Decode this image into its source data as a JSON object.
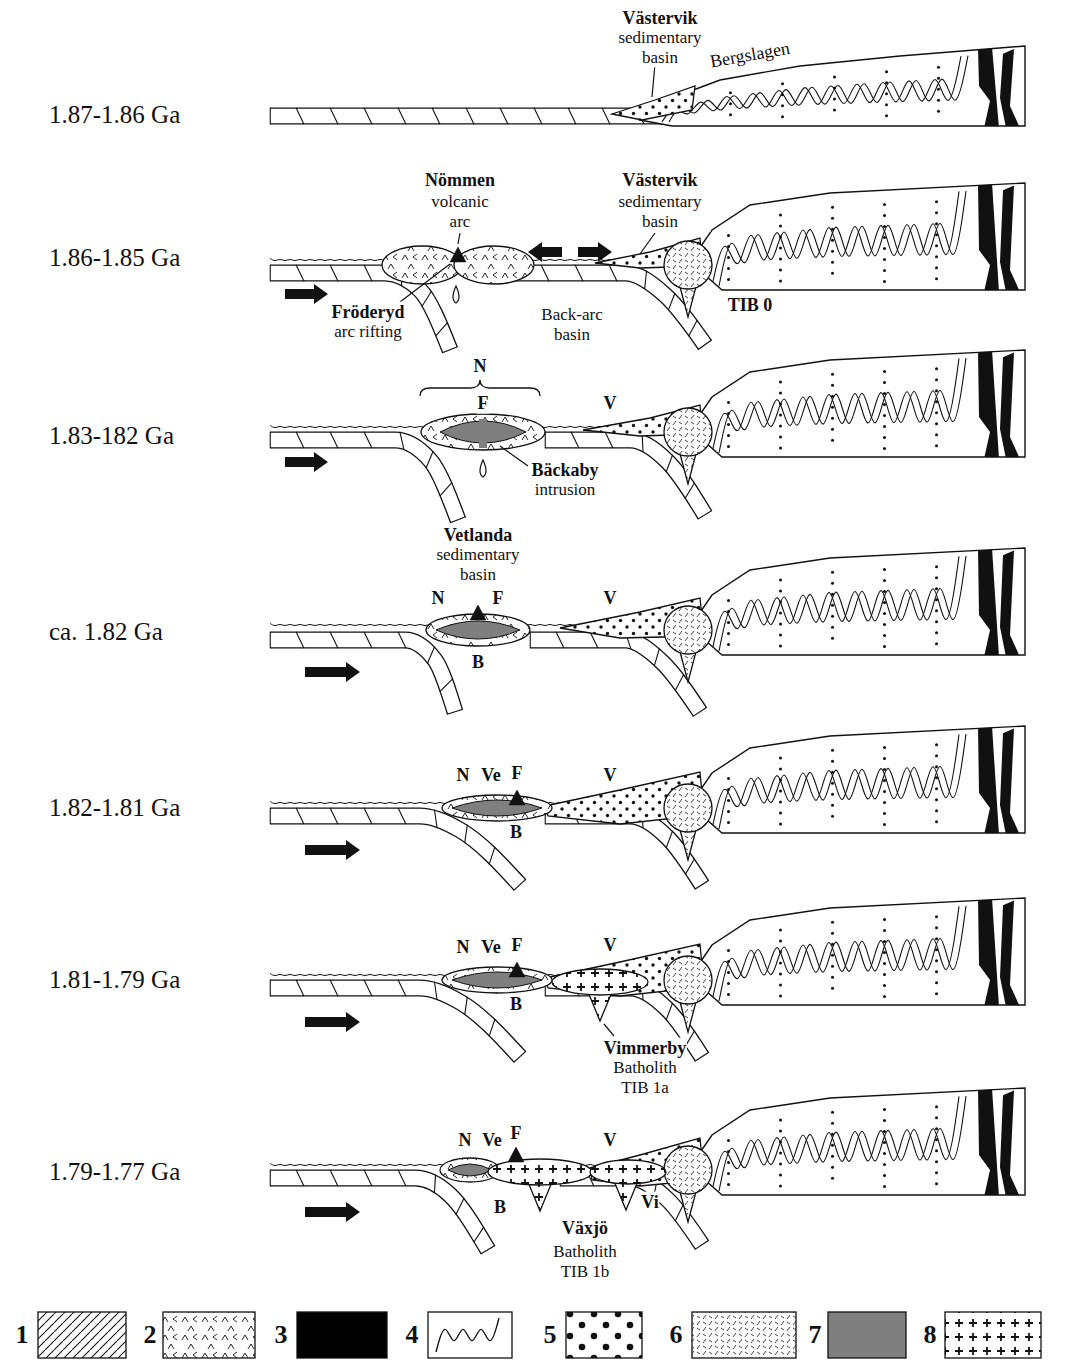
{
  "diagram": {
    "labels": [
      "1.87-1.86 Ga",
      "Västervik",
      "sedimentary basin",
      "Bergslagen",
      "1.86-1.85 Ga",
      "Nömmen",
      "volcanic arc",
      "Västervik",
      "sedimentary basin",
      "Fröderyd",
      "arc rifting",
      "Back-arc basin",
      "TIB 0",
      "1.83-182 Ga",
      "N",
      "F",
      "V",
      "Bäckaby",
      "intrusion",
      "ca. 1.82 Ga",
      "Vetlanda",
      "sedimentary basin",
      "N",
      "F",
      "V",
      "B",
      "1.82-1.81 Ga",
      "N",
      "Ve",
      "F",
      "V",
      "B",
      "1.81-1.79 Ga",
      "N",
      "Ve",
      "F",
      "V",
      "B",
      "Vimmerby",
      "Batholith TIB 1a",
      "1.79-1.77 Ga",
      "N",
      "Ve",
      "F",
      "V",
      "B",
      "Vi",
      "Växjö",
      "Batholith TIB 1b"
    ],
    "legend": [
      {
        "text": "1"
      },
      {
        "text": "2"
      },
      {
        "text": "3",
        "color": "#000000"
      },
      {
        "text": "4"
      },
      {
        "text": "5"
      },
      {
        "text": "6"
      },
      {
        "text": "7",
        "color": "#7f7f7f"
      },
      {
        "text": "8"
      }
    ]
  }
}
